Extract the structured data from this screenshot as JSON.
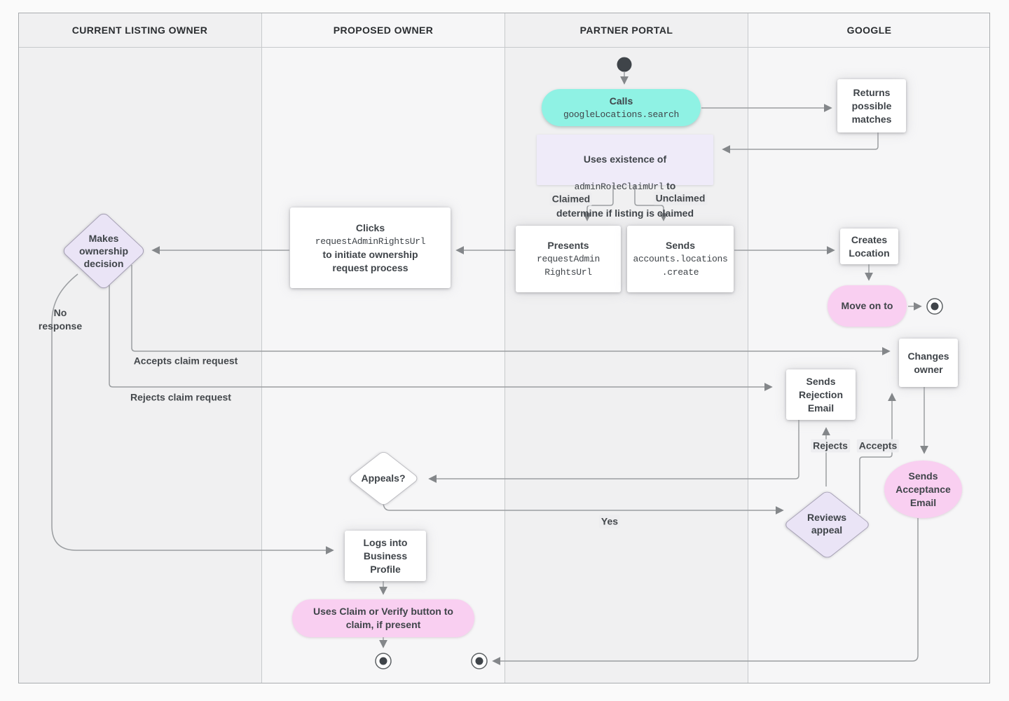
{
  "lanes": [
    {
      "title": "CURRENT LISTING OWNER"
    },
    {
      "title": "PROPOSED OWNER"
    },
    {
      "title": "PARTNER PORTAL"
    },
    {
      "title": "GOOGLE"
    }
  ],
  "nodes": {
    "calls": {
      "title": "Calls",
      "code": "googleLocations.search"
    },
    "returns_matches": {
      "label": "Returns\npossible\nmatches"
    },
    "uses_existence": {
      "l1": "Uses existence of",
      "code": "adminRoleClaimUrl",
      "l2_suffix": "to",
      "l3": "determine if listing is claimed"
    },
    "presents": {
      "title": "Presents",
      "code1": "requestAdmin",
      "code2": "RightsUrl"
    },
    "sends_create": {
      "title": "Sends",
      "code1": "accounts.locations",
      "code2": ".create"
    },
    "clicks": {
      "l1": "Clicks",
      "code": "requestAdminRightsUrl",
      "l2": "to initiate ownership",
      "l3": "request process"
    },
    "creates_location": {
      "label": "Creates\nLocation"
    },
    "move_on_to": {
      "label": "Move on to"
    },
    "changes_owner": {
      "label": "Changes\nowner"
    },
    "sends_rejection": {
      "label": "Sends\nRejection\nEmail"
    },
    "sends_acceptance": {
      "label": "Sends\nAcceptance\nEmail"
    },
    "makes_decision": {
      "label": "Makes\nownership\ndecision"
    },
    "appeals": {
      "label": "Appeals?"
    },
    "reviews_appeal": {
      "label": "Reviews\nappeal"
    },
    "logs_in": {
      "label": "Logs into\nBusiness\nProfile"
    },
    "uses_claim": {
      "label": "Uses Claim or Verify button to\nclaim, if present"
    }
  },
  "edge_labels": {
    "claimed": "Claimed",
    "unclaimed": "Unclaimed",
    "no_response": "No\nresponse",
    "accepts_claim": "Accepts claim request",
    "rejects_claim": "Rejects claim request",
    "yes": "Yes",
    "rejects": "Rejects",
    "accepts": "Accepts"
  },
  "colors": {
    "teal_action": "#8FF2E4",
    "pink_action": "#F9CFF1",
    "lavender_decision": "#EAE4F6",
    "purple_note": "#EFEBF9",
    "lane_dark": "#F0F0F1",
    "lane_light": "#F6F6F7",
    "line": "#9B9EA1",
    "text": "#3F4449"
  }
}
